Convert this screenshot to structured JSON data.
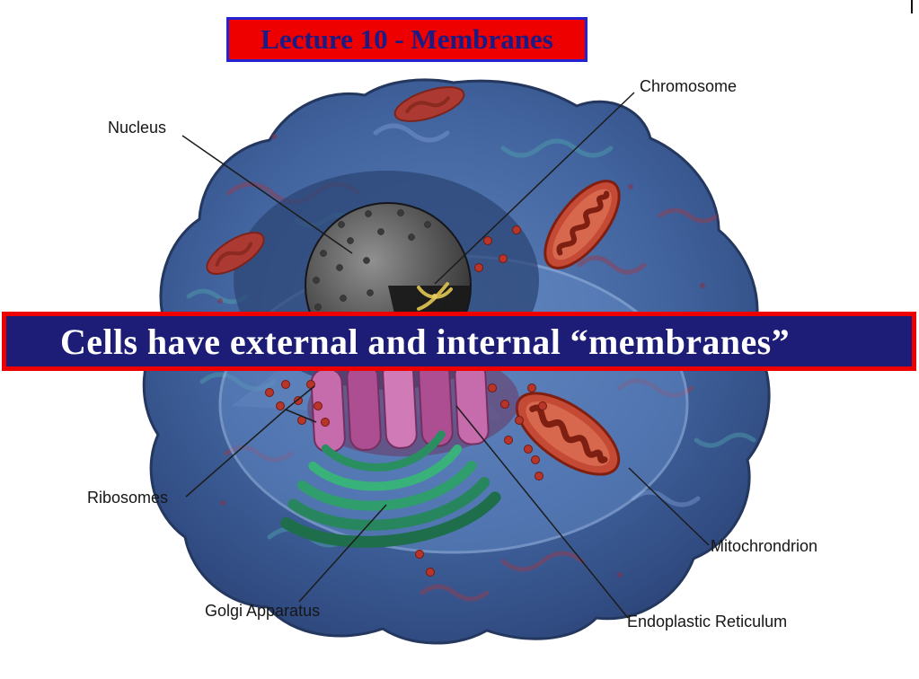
{
  "title": {
    "text": "Lecture 10 - Membranes"
  },
  "banner": {
    "text": "Cells have external and internal “membranes”"
  },
  "diagram": {
    "type": "labeled-cell-illustration",
    "subject": "animal cell cutaway",
    "labels": [
      {
        "id": "nucleus",
        "text": "Nucleus"
      },
      {
        "id": "chromosome",
        "text": "Chromosome"
      },
      {
        "id": "ribosomes",
        "text": "Ribosomes"
      },
      {
        "id": "mitochondrion",
        "text": "Mitochrondrion"
      },
      {
        "id": "golgi",
        "text": "Golgi Apparatus"
      },
      {
        "id": "er",
        "text": "Endoplastic Reticulum"
      }
    ]
  },
  "colors": {
    "title_bg": "#ee0000",
    "title_border": "#2323cf",
    "title_text": "#1b1b86",
    "banner_bg": "#1d1d78",
    "banner_border": "#ee0000",
    "banner_text": "#ffffff",
    "label_text": "#161616",
    "cell_fill": "#41639e",
    "cell_edge": "#24375f",
    "nucleus_fill": "#565656",
    "mito_fill": "#c44a35",
    "golgi_fill": "#2f9e6c",
    "er_fill": "#bb5ea6",
    "ribosome_fill": "#b8352a"
  }
}
